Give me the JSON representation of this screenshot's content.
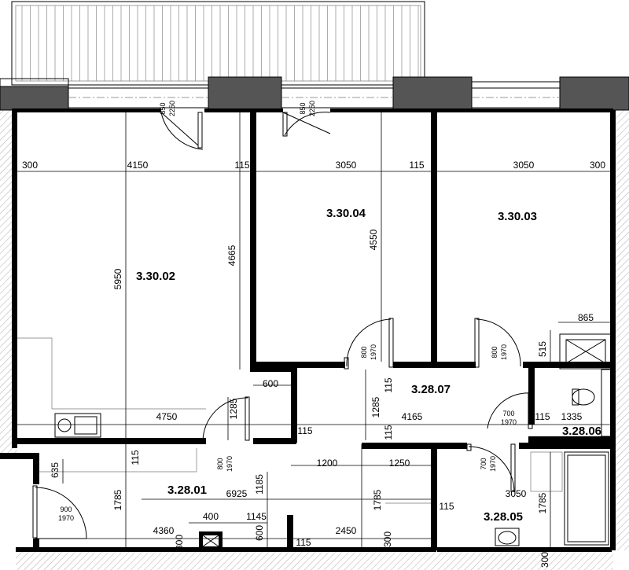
{
  "rooms": {
    "r3_30_02": "3.30.02",
    "r3_30_04": "3.30.04",
    "r3_30_03": "3.30.03",
    "r3_28_07": "3.28.07",
    "r3_28_06": "3.28.06",
    "r3_28_05": "3.28.05",
    "r3_28_01": "3.28.01"
  },
  "dims": {
    "top_300_left": "300",
    "top_4150": "4150",
    "top_115_a": "115",
    "top_3050_a": "3050",
    "top_115_b": "115",
    "top_3050_b": "3050",
    "top_300_right": "300",
    "v_5950": "5950",
    "v_4665": "4665",
    "v_4550": "4550",
    "d_865": "865",
    "d_515": "515",
    "d_600_a": "600",
    "d_1285_a": "1285",
    "d_115_c": "115",
    "d_1285_b": "1285",
    "d_4750": "4750",
    "d_115_d": "115",
    "d_4165": "4165",
    "d_115_e": "115",
    "d_1335": "1335",
    "d_115_f": "115",
    "d_635": "635",
    "d_115_g": "115",
    "d_1200": "1200",
    "d_1250": "1250",
    "d_1785_a": "1785",
    "d_6925": "6925",
    "d_1185": "1185",
    "d_1785_b": "1785",
    "d_3050_c": "3050",
    "d_115_h": "115",
    "d_1785_c": "1785",
    "d_400": "400",
    "d_1145": "1145",
    "d_4360": "4360",
    "d_2450": "2450",
    "d_600_b": "600",
    "d_300_a": "300",
    "d_115_i": "115",
    "d_300_b": "300",
    "d_300_c": "300"
  },
  "doors": {
    "top_left_w": "850",
    "top_left_h": "2250",
    "top_mid_w": "850",
    "top_mid_h": "2250",
    "room04_w": "800",
    "room04_h": "1970",
    "room03_w": "800",
    "room03_h": "1970",
    "room02_w": "800",
    "room02_h": "1970",
    "wc_w": "700",
    "wc_h": "1970",
    "bath_w": "700",
    "bath_h": "1970",
    "entry_w": "900",
    "entry_h": "1970"
  }
}
